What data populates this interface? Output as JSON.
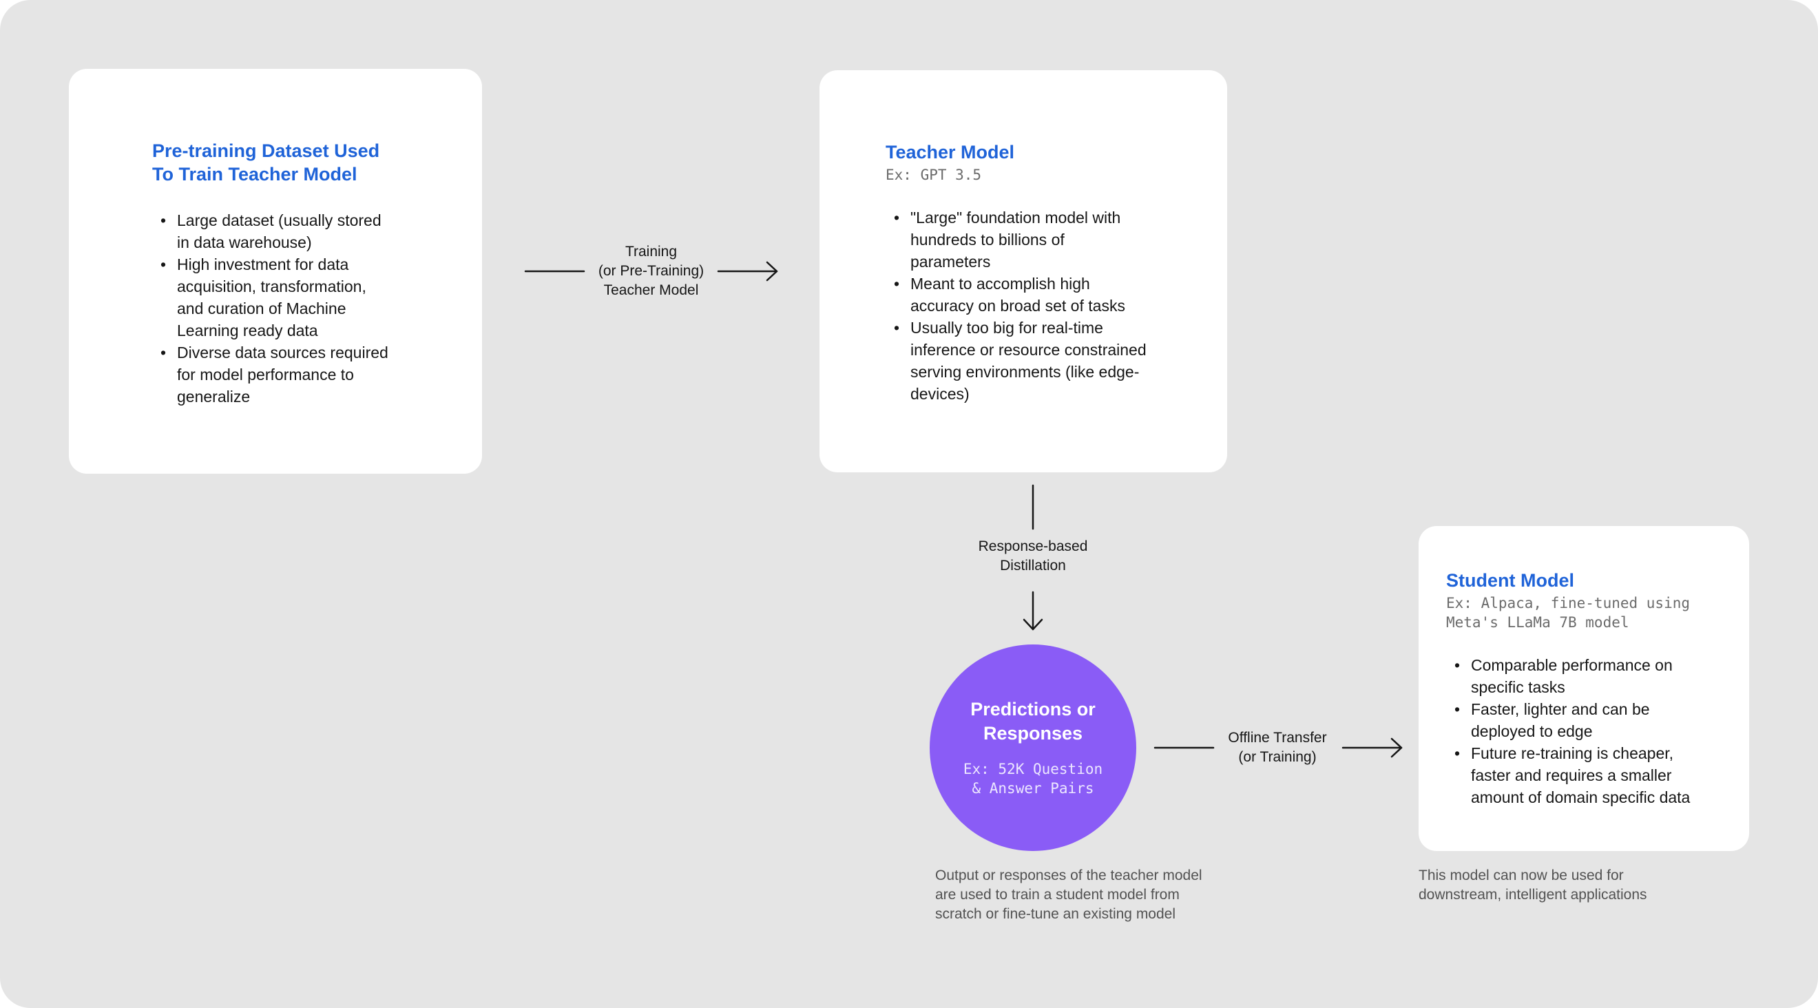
{
  "dataset_card": {
    "title_lines": [
      "Pre-training Dataset Used",
      "To Train Teacher Model"
    ],
    "bullets": [
      [
        "Large dataset (usually stored",
        "in data warehouse)"
      ],
      [
        "High investment for data",
        "acquisition, transformation,",
        "and curation of Machine",
        "Learning ready data"
      ],
      [
        "Diverse data sources required",
        "for model performance to",
        "generalize"
      ]
    ]
  },
  "training_arrow": {
    "label_lines": [
      "Training",
      "(or Pre-Training)",
      "Teacher Model"
    ]
  },
  "teacher_card": {
    "title": "Teacher Model",
    "subtitle": "Ex: GPT 3.5",
    "bullets": [
      [
        "\"Large\" foundation model with",
        "hundreds to billions of",
        "parameters"
      ],
      [
        "Meant to accomplish high",
        "accuracy on broad set of tasks"
      ],
      [
        "Usually too big for real-time",
        "inference or resource constrained",
        "serving environments (like edge-",
        "devices)"
      ]
    ]
  },
  "distillation_arrow": {
    "label_lines": [
      "Response-based",
      "Distillation"
    ]
  },
  "predictions_node": {
    "title_lines": [
      "Predictions or",
      "Responses"
    ],
    "subtitle_lines": [
      "Ex: 52K Question",
      "& Answer Pairs"
    ],
    "color": "#8a5cf6"
  },
  "predictions_caption": {
    "lines": [
      "Output or responses of the teacher model",
      "are used to train a student model from",
      "scratch or fine-tune an existing model"
    ]
  },
  "transfer_arrow": {
    "label_lines": [
      "Offline Transfer",
      "(or Training)"
    ]
  },
  "student_card": {
    "title": "Student Model",
    "subtitle_lines": [
      "Ex: Alpaca, fine-tuned using",
      "Meta's LLaMa 7B model"
    ],
    "bullets": [
      [
        "Comparable performance on",
        "specific tasks"
      ],
      [
        "Faster, lighter and can be",
        "deployed to edge"
      ],
      [
        "Future re-training is cheaper,",
        "faster and requires a smaller",
        "amount of domain specific data"
      ]
    ]
  },
  "student_caption": {
    "lines": [
      "This model can now be used for",
      "downstream, intelligent applications"
    ]
  },
  "colors": {
    "background": "#e5e5e5",
    "card": "#ffffff",
    "title_blue": "#1f63d8",
    "text": "#161616",
    "caption_gray": "#525252"
  }
}
